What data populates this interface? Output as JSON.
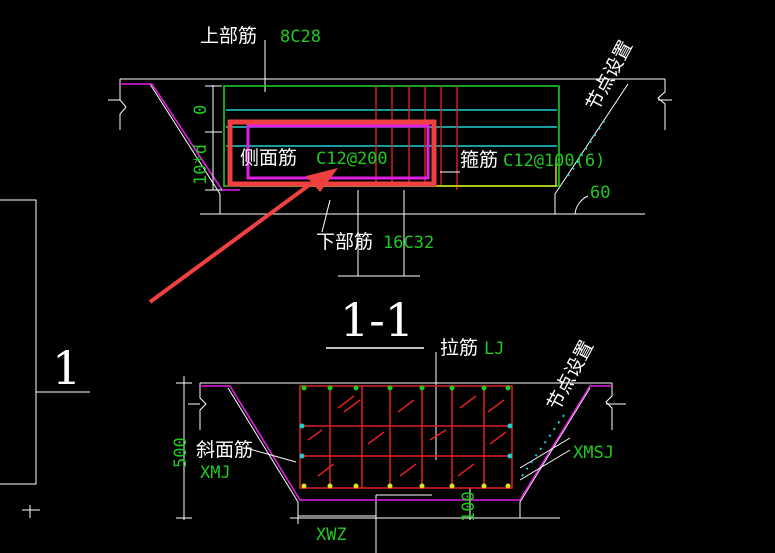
{
  "section_top": {
    "top_bar_label": "上部筋",
    "top_bar_value": "8C28",
    "side_bar_label": "侧面筋",
    "side_bar_value": "C12@200",
    "stirrup_label": "箍筋",
    "stirrup_value": "C12@100(6)",
    "bottom_bar_label": "下部筋",
    "bottom_bar_value": "16C32",
    "node_label": "节点设置",
    "dim_zero": "0",
    "dim_10d": "10*d",
    "angle": "60"
  },
  "section_title": "1-1",
  "side_mark": "1",
  "section_bottom": {
    "tie_label": "拉筋",
    "tie_value": "LJ",
    "slope_bar_label": "斜面筋",
    "slope_bar_value": "XMJ",
    "node_label": "节点设置",
    "xmsj": "XMSJ",
    "xwz": "XWZ",
    "dim_500": "500",
    "dim_100": "100"
  },
  "colors": {
    "background": "#000000",
    "outline": "#ffffff",
    "magenta": "#e020e0",
    "green": "#22c822",
    "cyan": "#20d0d0",
    "red": "#e02020",
    "yellow": "#e0e020",
    "highlight": "#f04040"
  }
}
